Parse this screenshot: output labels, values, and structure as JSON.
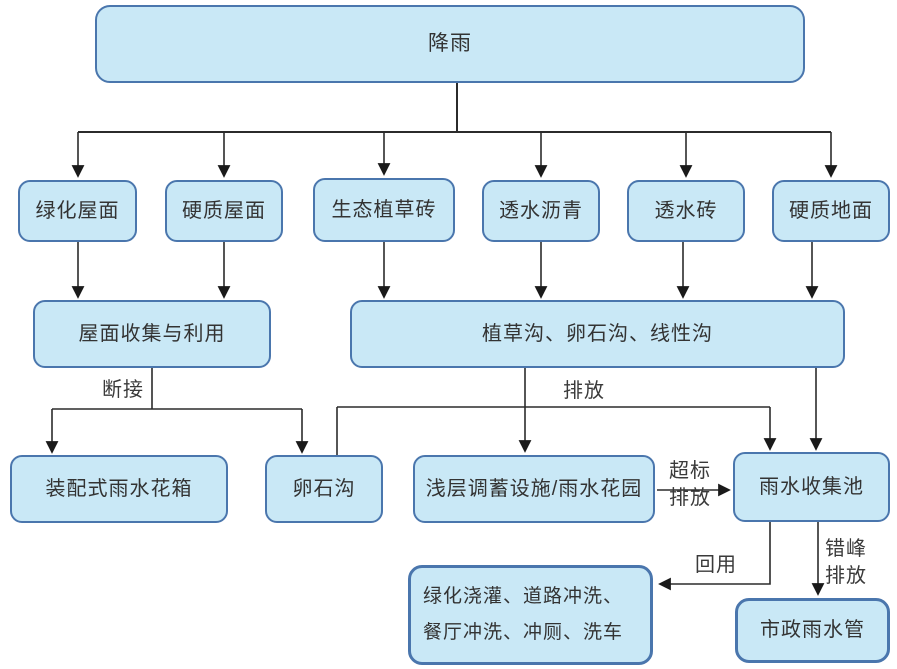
{
  "diagram": {
    "type": "flowchart",
    "topic": "rainwater management system"
  },
  "nodes": {
    "rain": {
      "label": "降雨"
    },
    "green_roof": {
      "label": "绿化屋面"
    },
    "hard_roof": {
      "label": "硬质屋面"
    },
    "eco_grass_brick": {
      "label": "生态植草砖"
    },
    "permeable_asphalt": {
      "label": "透水沥青"
    },
    "permeable_brick": {
      "label": "透水砖"
    },
    "hard_ground": {
      "label": "硬质地面"
    },
    "roof_collection": {
      "label": "屋面收集与利用"
    },
    "swale_channels": {
      "label": "植草沟、卵石沟、线性沟"
    },
    "rainwater_flower_box": {
      "label": "装配式雨水花箱"
    },
    "cobble_ditch": {
      "label": "卵石沟"
    },
    "shallow_storage": {
      "label": "浅层调蓄设施/雨水花园"
    },
    "collection_pool": {
      "label": "雨水收集池"
    },
    "reuse_purposes": {
      "label": "绿化浇灌、道路冲洗、餐厅冲洗、冲厕、洗车"
    },
    "municipal_pipe": {
      "label": "市政雨水管"
    }
  },
  "edge_labels": {
    "disconnect": "断接",
    "discharge": "排放",
    "overflow_discharge": "超标\n排放",
    "reuse": "回用",
    "peak_shift_discharge": "错峰\n排放"
  },
  "colors": {
    "node_fill": "#c9e8f6",
    "node_border": "#4a76ad",
    "connector_line": "#2b2b2b",
    "text": "#333333",
    "background": "#ffffff"
  }
}
